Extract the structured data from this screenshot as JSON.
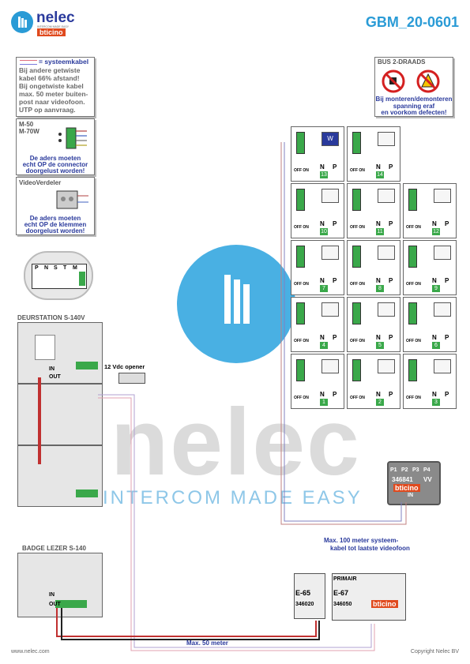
{
  "brand": {
    "name": "nelec",
    "sub": "INTERCOM MADE EASY",
    "bticino": "bticino",
    "accent": "#2a9bd6"
  },
  "doc_code": "GBM_20-0601",
  "legend": {
    "title": "= systeemkabel",
    "lines": [
      "Bij andere getwiste",
      "kabel 66% afstand!",
      "Bij ongetwiste kabel",
      "max. 50 meter buiten-",
      "post naar videofoon.",
      "UTP op aanvraag."
    ]
  },
  "bus_box": {
    "title": "BUS 2-DRAADS",
    "warning": [
      "Bij monteren/demonteren",
      "spanning eraf",
      "en voorkom defecten!"
    ]
  },
  "m50_box": {
    "title1": "M-50",
    "title2": "M-70W",
    "note": [
      "De aders moeten",
      "echt OP de connector",
      "doorgelust worden!"
    ]
  },
  "vv_box": {
    "title": "VideoVerdeler",
    "note": [
      "De aders moeten",
      "echt OP de klemmen",
      "doorgelust worden!"
    ]
  },
  "connector_letters": [
    "P",
    "N",
    "S",
    "T",
    "M"
  ],
  "door_station": {
    "label": "DEURSTATION S-140V",
    "opener": "12 Vdc opener",
    "in": "IN",
    "out": "OUT"
  },
  "badge": {
    "label": "BADGE LEZER S-140",
    "in": "IN",
    "out": "OUT"
  },
  "monitors": {
    "off_on": "OFF ON",
    "n": "N",
    "p": "P",
    "numbers": [
      "13",
      "14",
      "10",
      "11",
      "12",
      "7",
      "8",
      "9",
      "4",
      "5",
      "6",
      "1",
      "2",
      "3"
    ],
    "w_label": "W"
  },
  "distributor": {
    "ports": [
      "P1",
      "P2",
      "P3",
      "P4"
    ],
    "code": "346841",
    "suffix": "VV",
    "brand": "bticino",
    "in": "IN"
  },
  "note_100m": [
    "Max. 100 meter systeem-",
    "kabel tot laatste videofoon"
  ],
  "note_50m": "Max. 50 meter",
  "psu_e65": {
    "name": "E-65",
    "code": "346020"
  },
  "psu_e67": {
    "name": "E-67",
    "code": "346050",
    "primair": "PRIMAIR",
    "brand": "bticino"
  },
  "watermark": {
    "text": "nelec",
    "sub": "INTERCOM MADE EASY"
  },
  "footer": {
    "left": "www.nelec.com",
    "right": "Copyright Nelec BV"
  }
}
